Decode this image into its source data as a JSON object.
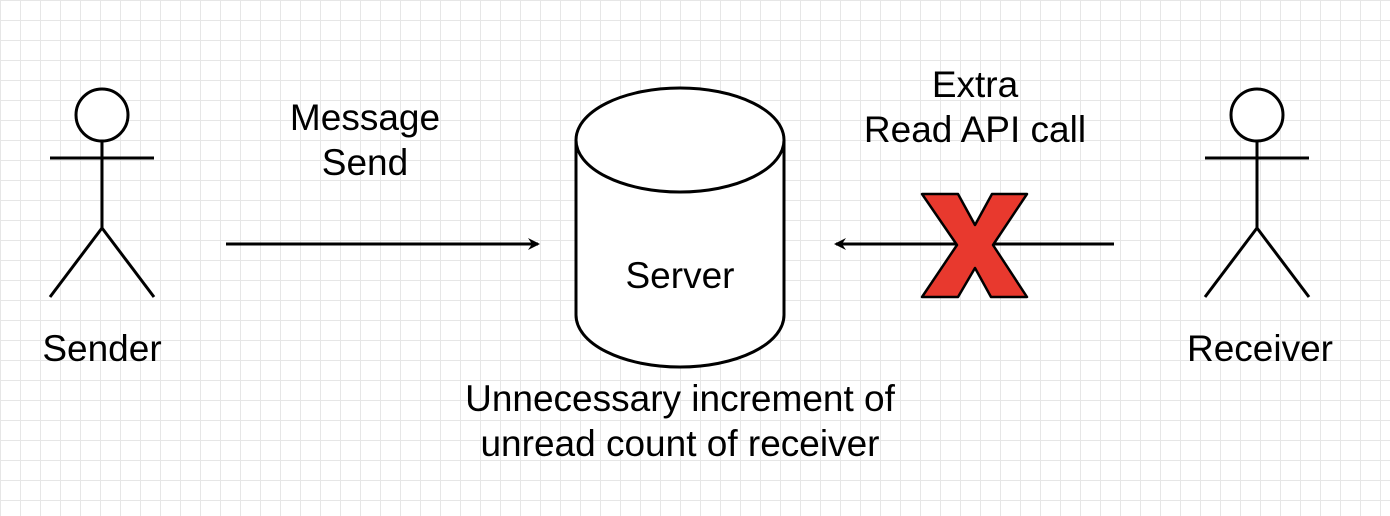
{
  "diagram": {
    "sender": {
      "label": "Sender"
    },
    "receiver": {
      "label": "Receiver"
    },
    "server": {
      "label": "Server"
    },
    "message_send": {
      "line1": "Message",
      "line2": "Send"
    },
    "read_call": {
      "line1": "Extra",
      "line2": "Read API call"
    },
    "note": {
      "line1": "Unnecessary increment of",
      "line2": "unread count of receiver"
    },
    "cross_mark": {
      "color": "#e8392e",
      "icon": "x-mark-icon"
    }
  }
}
